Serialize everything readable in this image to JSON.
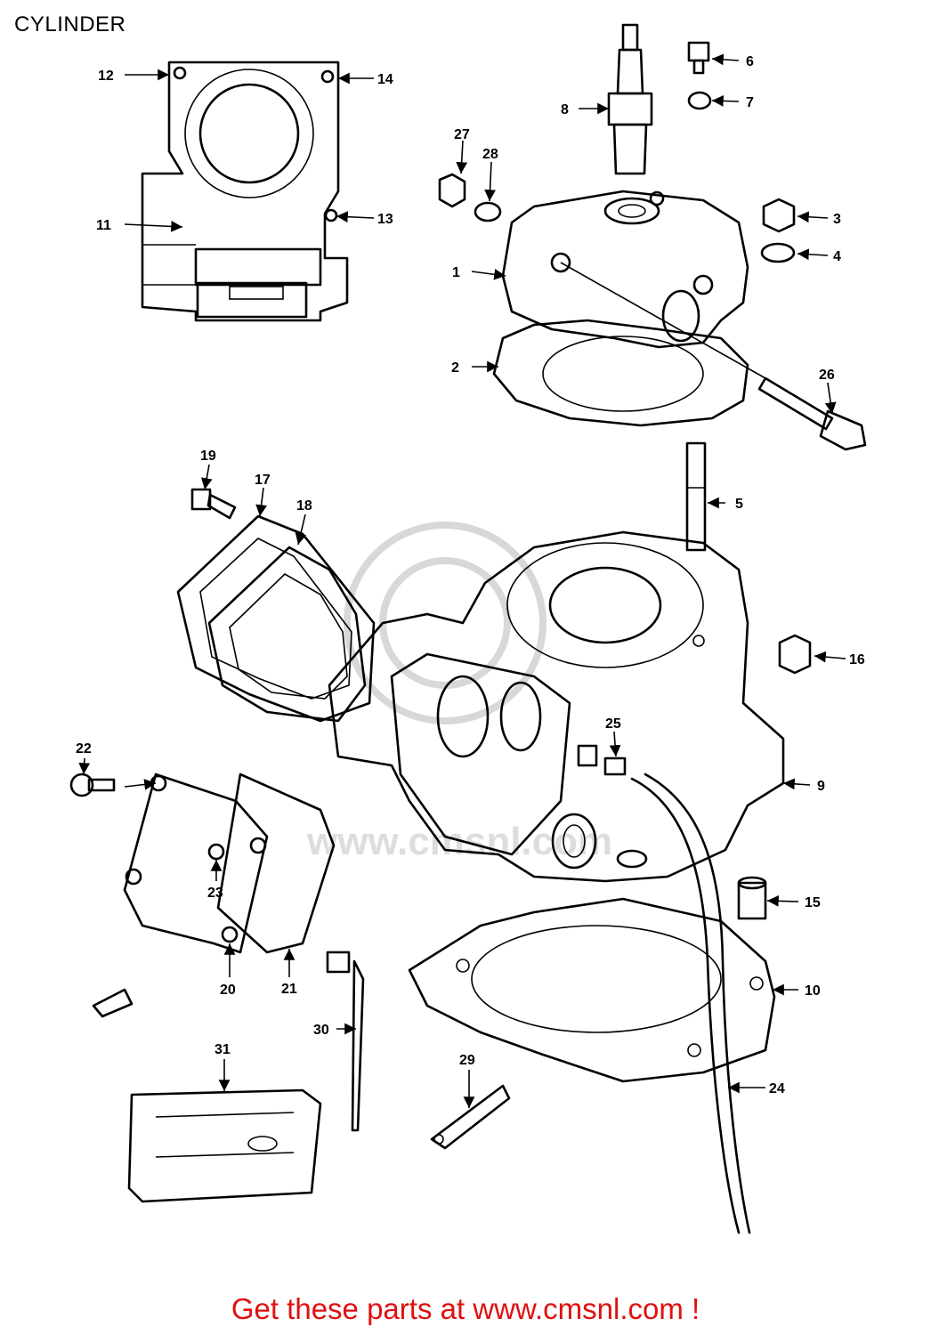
{
  "page": {
    "title": "CYLINDER",
    "footer": "Get these parts at www.cmsnl.com !"
  },
  "watermark": {
    "text": "www.cmsnl.com"
  },
  "callouts": [
    "1",
    "2",
    "3",
    "4",
    "5",
    "6",
    "7",
    "8",
    "9",
    "10",
    "11",
    "12",
    "13",
    "14",
    "15",
    "16",
    "17",
    "18",
    "19",
    "20",
    "21",
    "22",
    "23",
    "24",
    "25",
    "26",
    "27",
    "28",
    "29",
    "30",
    "31"
  ]
}
